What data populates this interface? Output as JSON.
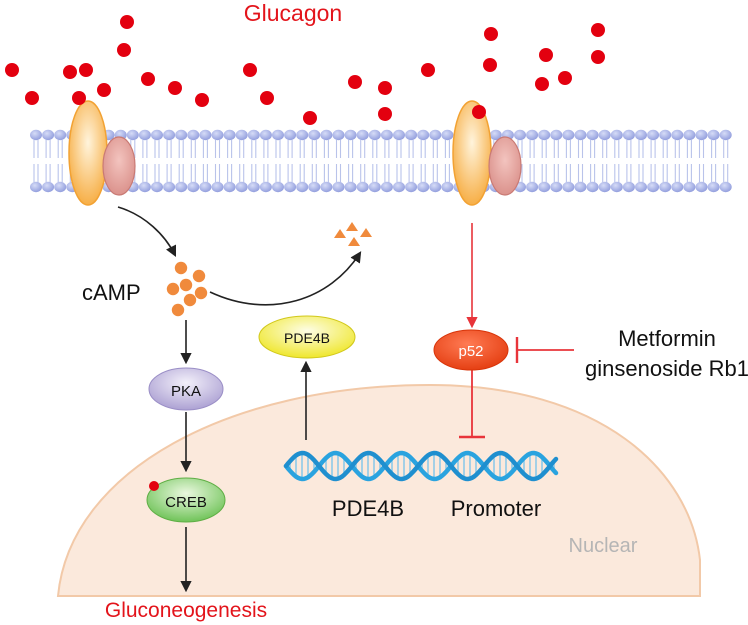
{
  "labels": {
    "glucagon": "Glucagon",
    "camp": "cAMP",
    "pka": "PKA",
    "creb": "CREB",
    "gluconeogenesis": "Gluconeogenesis",
    "pde4b_protein": "PDE4B",
    "pde4b_gene": "PDE4B",
    "promoter": "Promoter",
    "p52": "p52",
    "metformin": "Metformin",
    "ginsenoside": "ginsenoside Rb1",
    "nuclear": "Nuclear"
  },
  "colors": {
    "red_text": "#e3141b",
    "glucagon_dot": "#e3000f",
    "camp_dot": "#f08a3c",
    "inhibition_line": "#e8343a",
    "membrane_head": "#a9b3e6",
    "membrane_tail": "#c9d3ee",
    "nucleus_fill": "#fbe9dc",
    "nucleus_stroke": "#f2c9a8",
    "dna_blue": "#2aa3df",
    "receptor_orange": "#f9b94e",
    "receptor_pink": "#e8a7a2",
    "pka_purple": "#c9c0e3",
    "creb_green": "#8ed27a",
    "pde4b_yellow": "#f6f246",
    "p52_red": "#f04a1d",
    "nuclear_grey": "#b5b5b5"
  }
}
